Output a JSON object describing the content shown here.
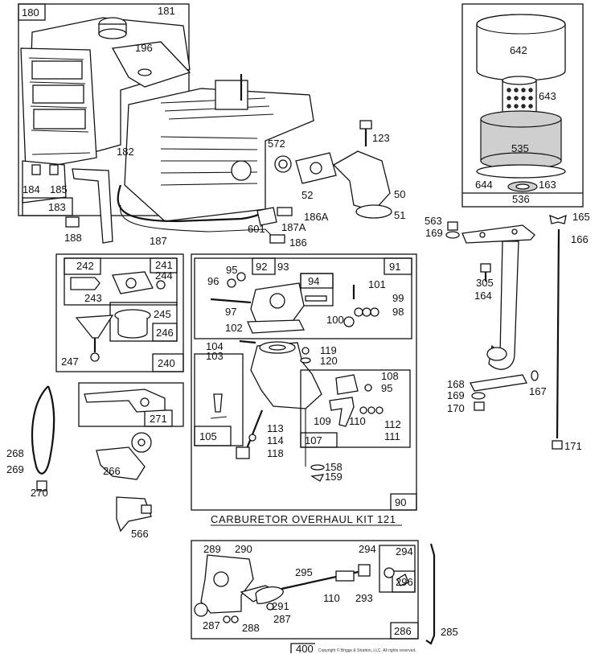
{
  "labels": {
    "l180": "180",
    "l181": "181",
    "l196": "196",
    "l182": "182",
    "l184": "184",
    "l185": "185",
    "l183": "183",
    "l188": "188",
    "l187": "187",
    "l186": "186",
    "l186a": "186A",
    "l187a": "187A",
    "l601": "601",
    "l572": "572",
    "l52": "52",
    "l123": "123",
    "l50": "50",
    "l51": "51",
    "l642": "642",
    "l643": "643",
    "l535": "535",
    "l644": "644",
    "l163": "163",
    "l536": "536",
    "l563": "563",
    "l169a": "169",
    "l165": "165",
    "l166": "166",
    "l305": "305",
    "l164": "164",
    "l168": "168",
    "l169b": "169",
    "l170": "170",
    "l167": "167",
    "l171": "171",
    "l242": "242",
    "l241": "241",
    "l244": "244",
    "l243": "243",
    "l245": "245",
    "l246": "246",
    "l247": "247",
    "l240": "240",
    "l271": "271",
    "l268": "268",
    "l269": "269",
    "l266": "266",
    "l270": "270",
    "l566": "566",
    "l92": "92",
    "l93": "93",
    "l95a": "95",
    "l96": "96",
    "l91": "91",
    "l94": "94",
    "l101": "101",
    "l97": "97",
    "l99": "99",
    "l100": "100",
    "l98": "98",
    "l102": "102",
    "l104": "104",
    "l103": "103",
    "l119": "119",
    "l120": "120",
    "l108": "108",
    "l95b": "95",
    "l109": "109",
    "l110a": "110",
    "l112": "112",
    "l111": "111",
    "l107": "107",
    "l105": "105",
    "l113": "113",
    "l114": "114",
    "l118": "118",
    "l158": "158",
    "l159": "159",
    "l90": "90",
    "l289": "289",
    "l290": "290",
    "l294a": "294",
    "l294b": "294",
    "l295": "295",
    "l296": "296",
    "l110b": "110",
    "l293": "293",
    "l291": "291",
    "l287a": "287",
    "l288": "288",
    "l287b": "287",
    "l286": "286",
    "l285": "285",
    "l400": "400"
  },
  "kit_caption": "CARBURETOR OVERHAUL KIT 121",
  "copyright": "Copyright © Briggs & Stratton, LLC. All rights reserved."
}
